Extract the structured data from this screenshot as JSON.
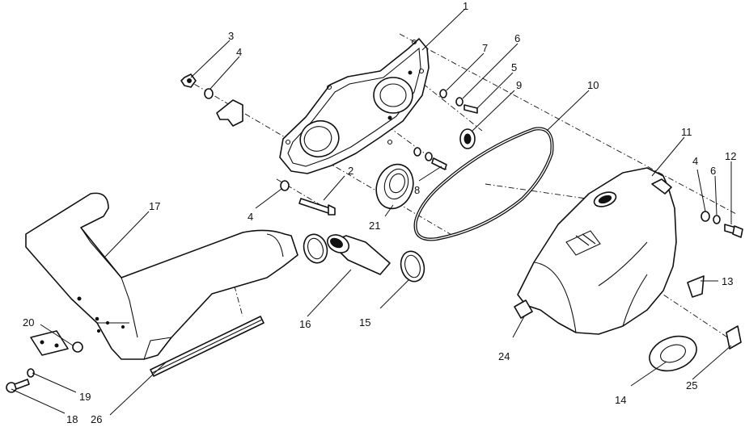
{
  "callouts": {
    "c1": "1",
    "c2": "2",
    "c3": "3",
    "c4a": "4",
    "c4b": "4",
    "c4c": "4",
    "c5": "5",
    "c6a": "6",
    "c6b": "6",
    "c7": "7",
    "c8": "8",
    "c9": "9",
    "c10": "10",
    "c11": "11",
    "c12": "12",
    "c13": "13",
    "c14": "14",
    "c15": "15",
    "c16": "16",
    "c17": "17",
    "c18": "18",
    "c19": "19",
    "c20": "20",
    "c21": "21",
    "c24": "24",
    "c25": "25",
    "c26": "26"
  }
}
